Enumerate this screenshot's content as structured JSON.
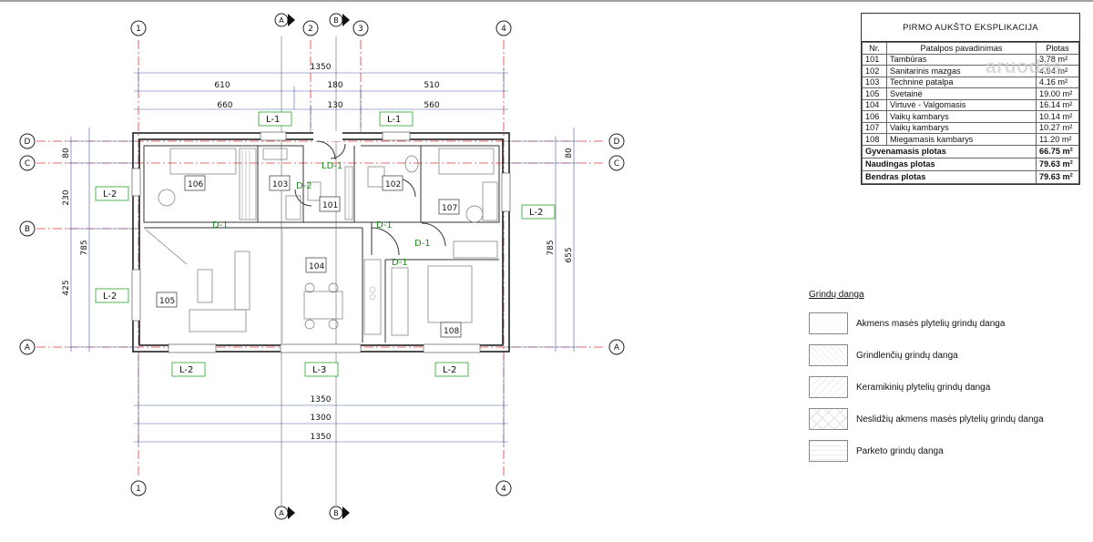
{
  "grid": {
    "columns": [
      "1",
      "2",
      "3",
      "4"
    ],
    "rows": [
      "D",
      "C",
      "B",
      "A"
    ],
    "sections": [
      "A",
      "B"
    ]
  },
  "dimensions": {
    "top_total": "1350",
    "top_row2": [
      "610",
      "180",
      "510"
    ],
    "top_row3": [
      "660",
      "130",
      "560"
    ],
    "bottom": [
      "1350",
      "1300",
      "1350"
    ],
    "left": [
      "80",
      "230",
      "425",
      "785"
    ],
    "right": [
      "80",
      "785",
      "655"
    ]
  },
  "rooms": [
    "106",
    "103",
    "101",
    "102",
    "107",
    "104",
    "105",
    "108"
  ],
  "window_tags": [
    "L-1",
    "L-1",
    "L-2",
    "L-2",
    "L-2",
    "L-2",
    "L-3",
    "L-2"
  ],
  "door_tags": [
    "LD-1",
    "D-2",
    "D-1",
    "D-1",
    "D-1",
    "D-1"
  ],
  "explication": {
    "title": "PIRMO AUKŠTO EKSPLIKACIJA",
    "headers": [
      "Nr.",
      "Patalpos pavadinimas",
      "Plotas"
    ],
    "rows": [
      {
        "nr": "101",
        "name": "Tambūras",
        "area": "3.78 m²"
      },
      {
        "nr": "102",
        "name": "Sanitarinis mazgas",
        "area": "4.94 m²"
      },
      {
        "nr": "103",
        "name": "Techninė patalpa",
        "area": "4.16 m²"
      },
      {
        "nr": "105",
        "name": "Svetainė",
        "area": "19.00 m²"
      },
      {
        "nr": "104",
        "name": "Virtuvė - Valgomasis",
        "area": "16.14 m²"
      },
      {
        "nr": "106",
        "name": "Vaikų kambarys",
        "area": "10.14 m²"
      },
      {
        "nr": "107",
        "name": "Vaikų kambarys",
        "area": "10.27 m²"
      },
      {
        "nr": "108",
        "name": "Miegamasis kambarys",
        "area": "11.20 m²"
      }
    ],
    "totals": [
      {
        "label": "Gyvenamasis plotas",
        "value": "66.75 m²"
      },
      {
        "label": "Naudingas plotas",
        "value": "79.63 m²"
      },
      {
        "label": "Bendras plotas",
        "value": "79.63 m²"
      }
    ],
    "watermark": "aruodas"
  },
  "legend": {
    "title": "Grindų danga",
    "items": [
      "Akmens masės plytelių grindų danga",
      "Grindlenčių grindų danga",
      "Keramikinių plytelių grindų danga",
      "Neslidžių akmens masės plytelių grindų danga",
      "Parketo grindų danga"
    ]
  }
}
